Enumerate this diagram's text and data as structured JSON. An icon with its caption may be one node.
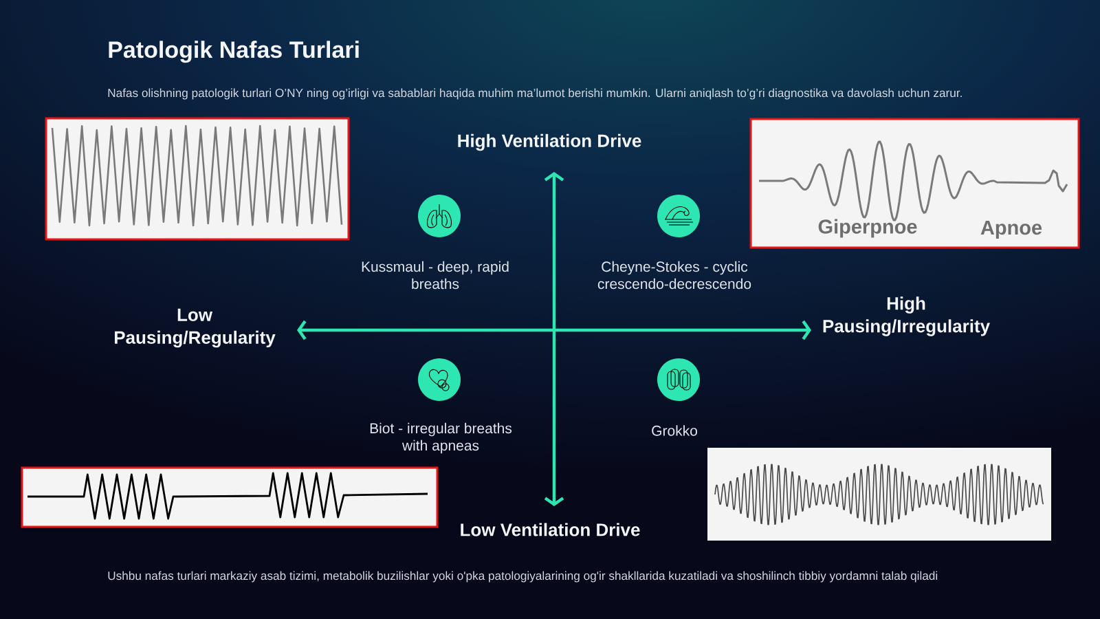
{
  "diagram": {
    "title": "Patologik Nafas Turlari",
    "labels": [
      "Nafas olishning patologik turlari O’NY ning og’irligi va sabablari haqida muhim ma’lumot berishi mumkin. Ularni aniqlash to’g’ri diagnostika va davolash uchun zarur.",
      "High Ventilation Drive",
      "Giperpnoe",
      "Apnoe",
      "Kussmaul - deep, rapid breaths",
      "Cheyne-Stokes - cyclic crescendo-decrescendo",
      "Low Pausing/Regularity",
      "High Pausing/Irregularity",
      "Biot - irregular breaths with apneas",
      "Grokko",
      "Low Ventilation Drive",
      "Ushbu nafas turlari markaziy asab tizimi, metabolik buzilishlar yoki o'pka patologiyalarining og'ir shakllarida kuzatiladi va shoshilinch tibbiy yordamni talab qiladi"
    ]
  }
}
